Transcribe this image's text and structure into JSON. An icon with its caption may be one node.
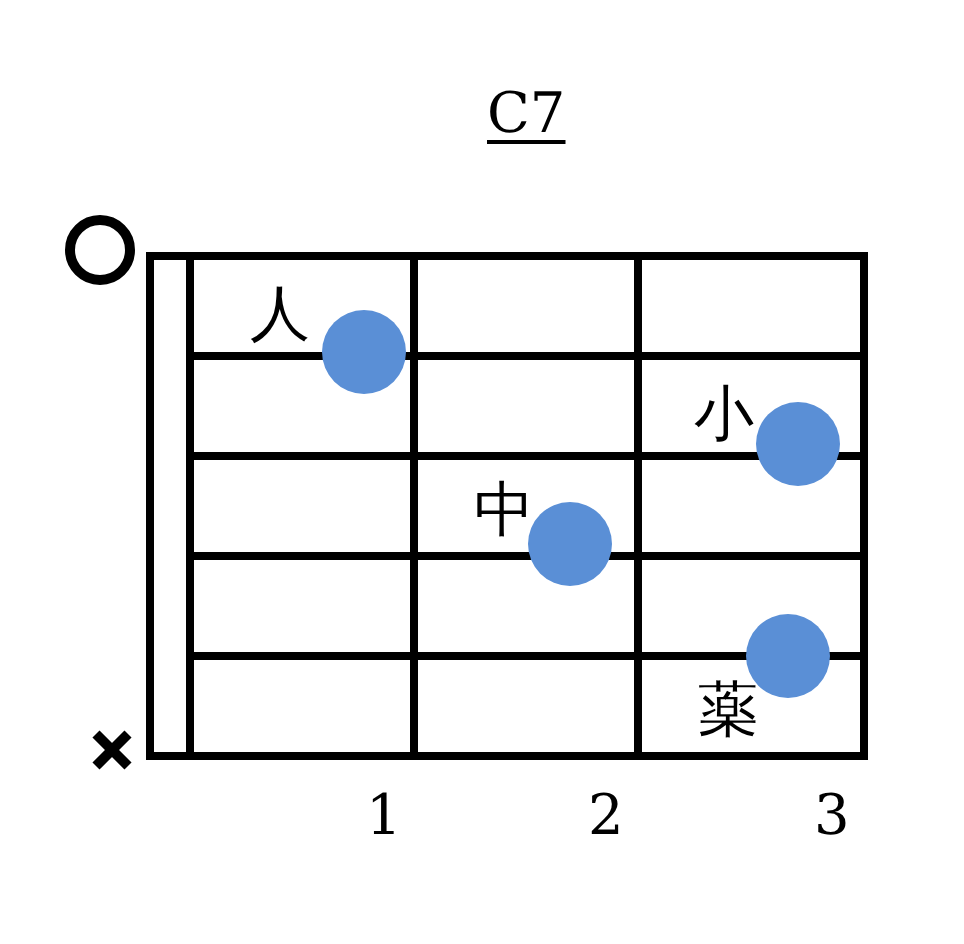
{
  "diagram": {
    "title": "C7",
    "nodes": [
      {
        "text": [],
        "shape": "circle",
        "beside": [
          "人"
        ]
      },
      {
        "text": [],
        "shape": "circle",
        "beside": [
          "小"
        ]
      },
      {
        "text": [],
        "shape": "circle",
        "beside": [
          "中"
        ]
      },
      {
        "text": [],
        "shape": "circle",
        "beside": [
          "薬"
        ]
      }
    ],
    "labels": [
      "1",
      "2",
      "3"
    ]
  }
}
